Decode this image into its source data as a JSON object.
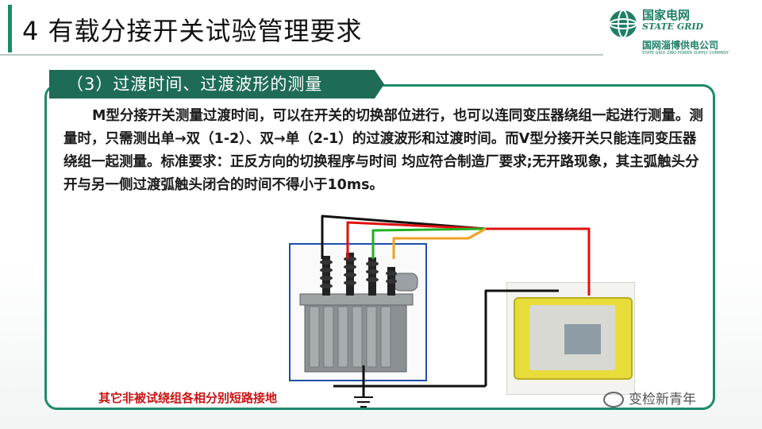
{
  "header": {
    "title": "4 有载分接开关试验管理要求",
    "logo_cn": "国家电网",
    "logo_en": "STATE GRID",
    "logo_sub": "国网淄博供电公司",
    "logo_subsub": "STATE GRID ZIBO POWER SUPPLY COMPANY"
  },
  "section": {
    "label": "（3）过渡时间、过渡波形的测量",
    "paragraph": "M型分接开关测量过渡时间，可以在开关的切换部位进行，也可以连同变压器绕组一起进行测量。测量时，只需测出单→双（1-2）、双→单（2-1）的过渡波形和过渡时间。而V型分接开关只能连同变压器绕组一起测量。标准要求：正反方向的切换程序与时间 均应符合制造厂要求;无开路现象，其主弧触头分开与另一侧过渡弧触头闭合的时间不得小于10ms。"
  },
  "figure": {
    "caption": "其它非被试绕组各相分别短路接地",
    "wire_colors": [
      "#111111",
      "#e01010",
      "#22b022",
      "#f0a020"
    ]
  },
  "watermark": "变检新青年"
}
